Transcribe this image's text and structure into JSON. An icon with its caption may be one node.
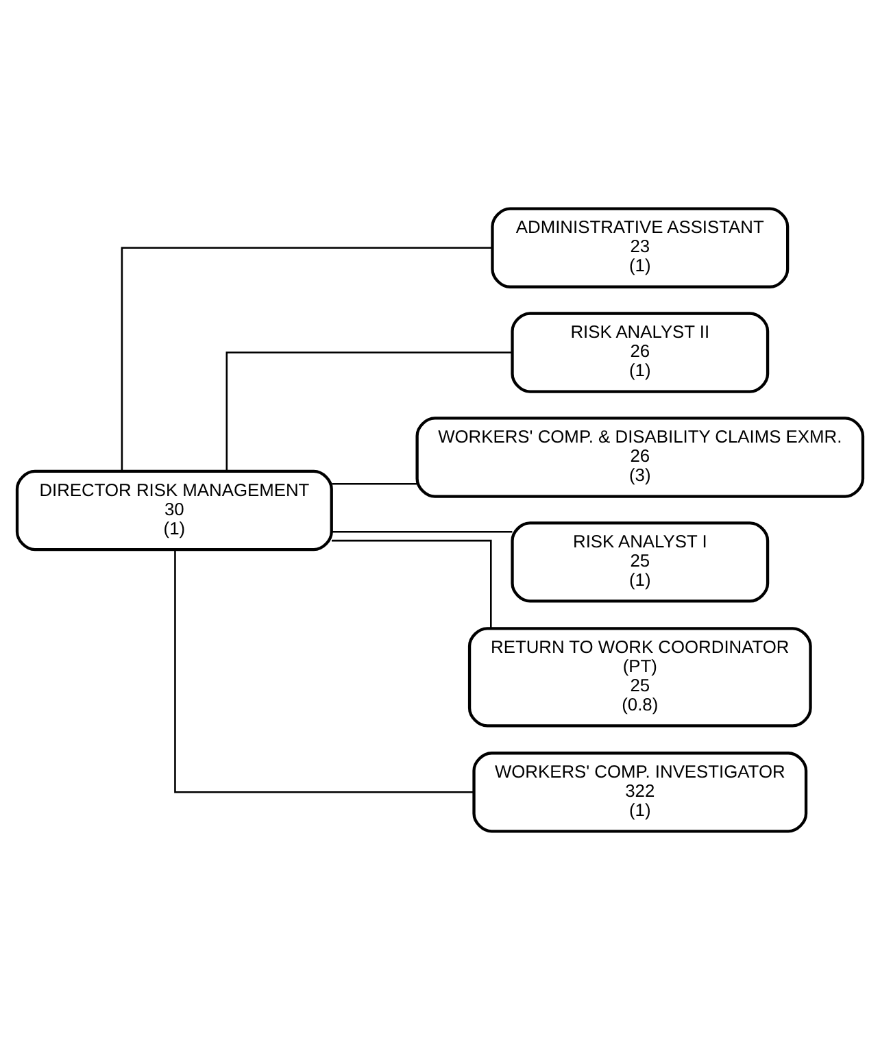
{
  "diagram": {
    "nodes": [
      {
        "text": [
          "DIRECTOR RISK MANAGEMENT",
          "30",
          "(1)"
        ]
      },
      {
        "text": [
          "ADMINISTRATIVE ASSISTANT",
          "23",
          "(1)"
        ]
      },
      {
        "text": [
          "RISK ANALYST II",
          "26",
          "(1)"
        ]
      },
      {
        "text": [
          "WORKERS' COMP. & DISABILITY CLAIMS EXMR.",
          "26",
          "(3)"
        ]
      },
      {
        "text": [
          "RISK ANALYST I",
          "25",
          "(1)"
        ]
      },
      {
        "text": [
          "RETURN TO WORK COORDINATOR",
          "(PT)",
          "25",
          "(0.8)"
        ]
      },
      {
        "text": [
          "WORKERS' COMP. INVESTIGATOR",
          "322",
          "(1)"
        ]
      }
    ],
    "edges": [
      {
        "from": 0,
        "to": 1,
        "arrow": "none"
      },
      {
        "from": 0,
        "to": 2,
        "arrow": "none"
      },
      {
        "from": 0,
        "to": 3,
        "arrow": "none"
      },
      {
        "from": 0,
        "to": 4,
        "arrow": "none"
      },
      {
        "from": 0,
        "to": 5,
        "arrow": "none"
      },
      {
        "from": 0,
        "to": 6,
        "arrow": "none"
      }
    ]
  }
}
